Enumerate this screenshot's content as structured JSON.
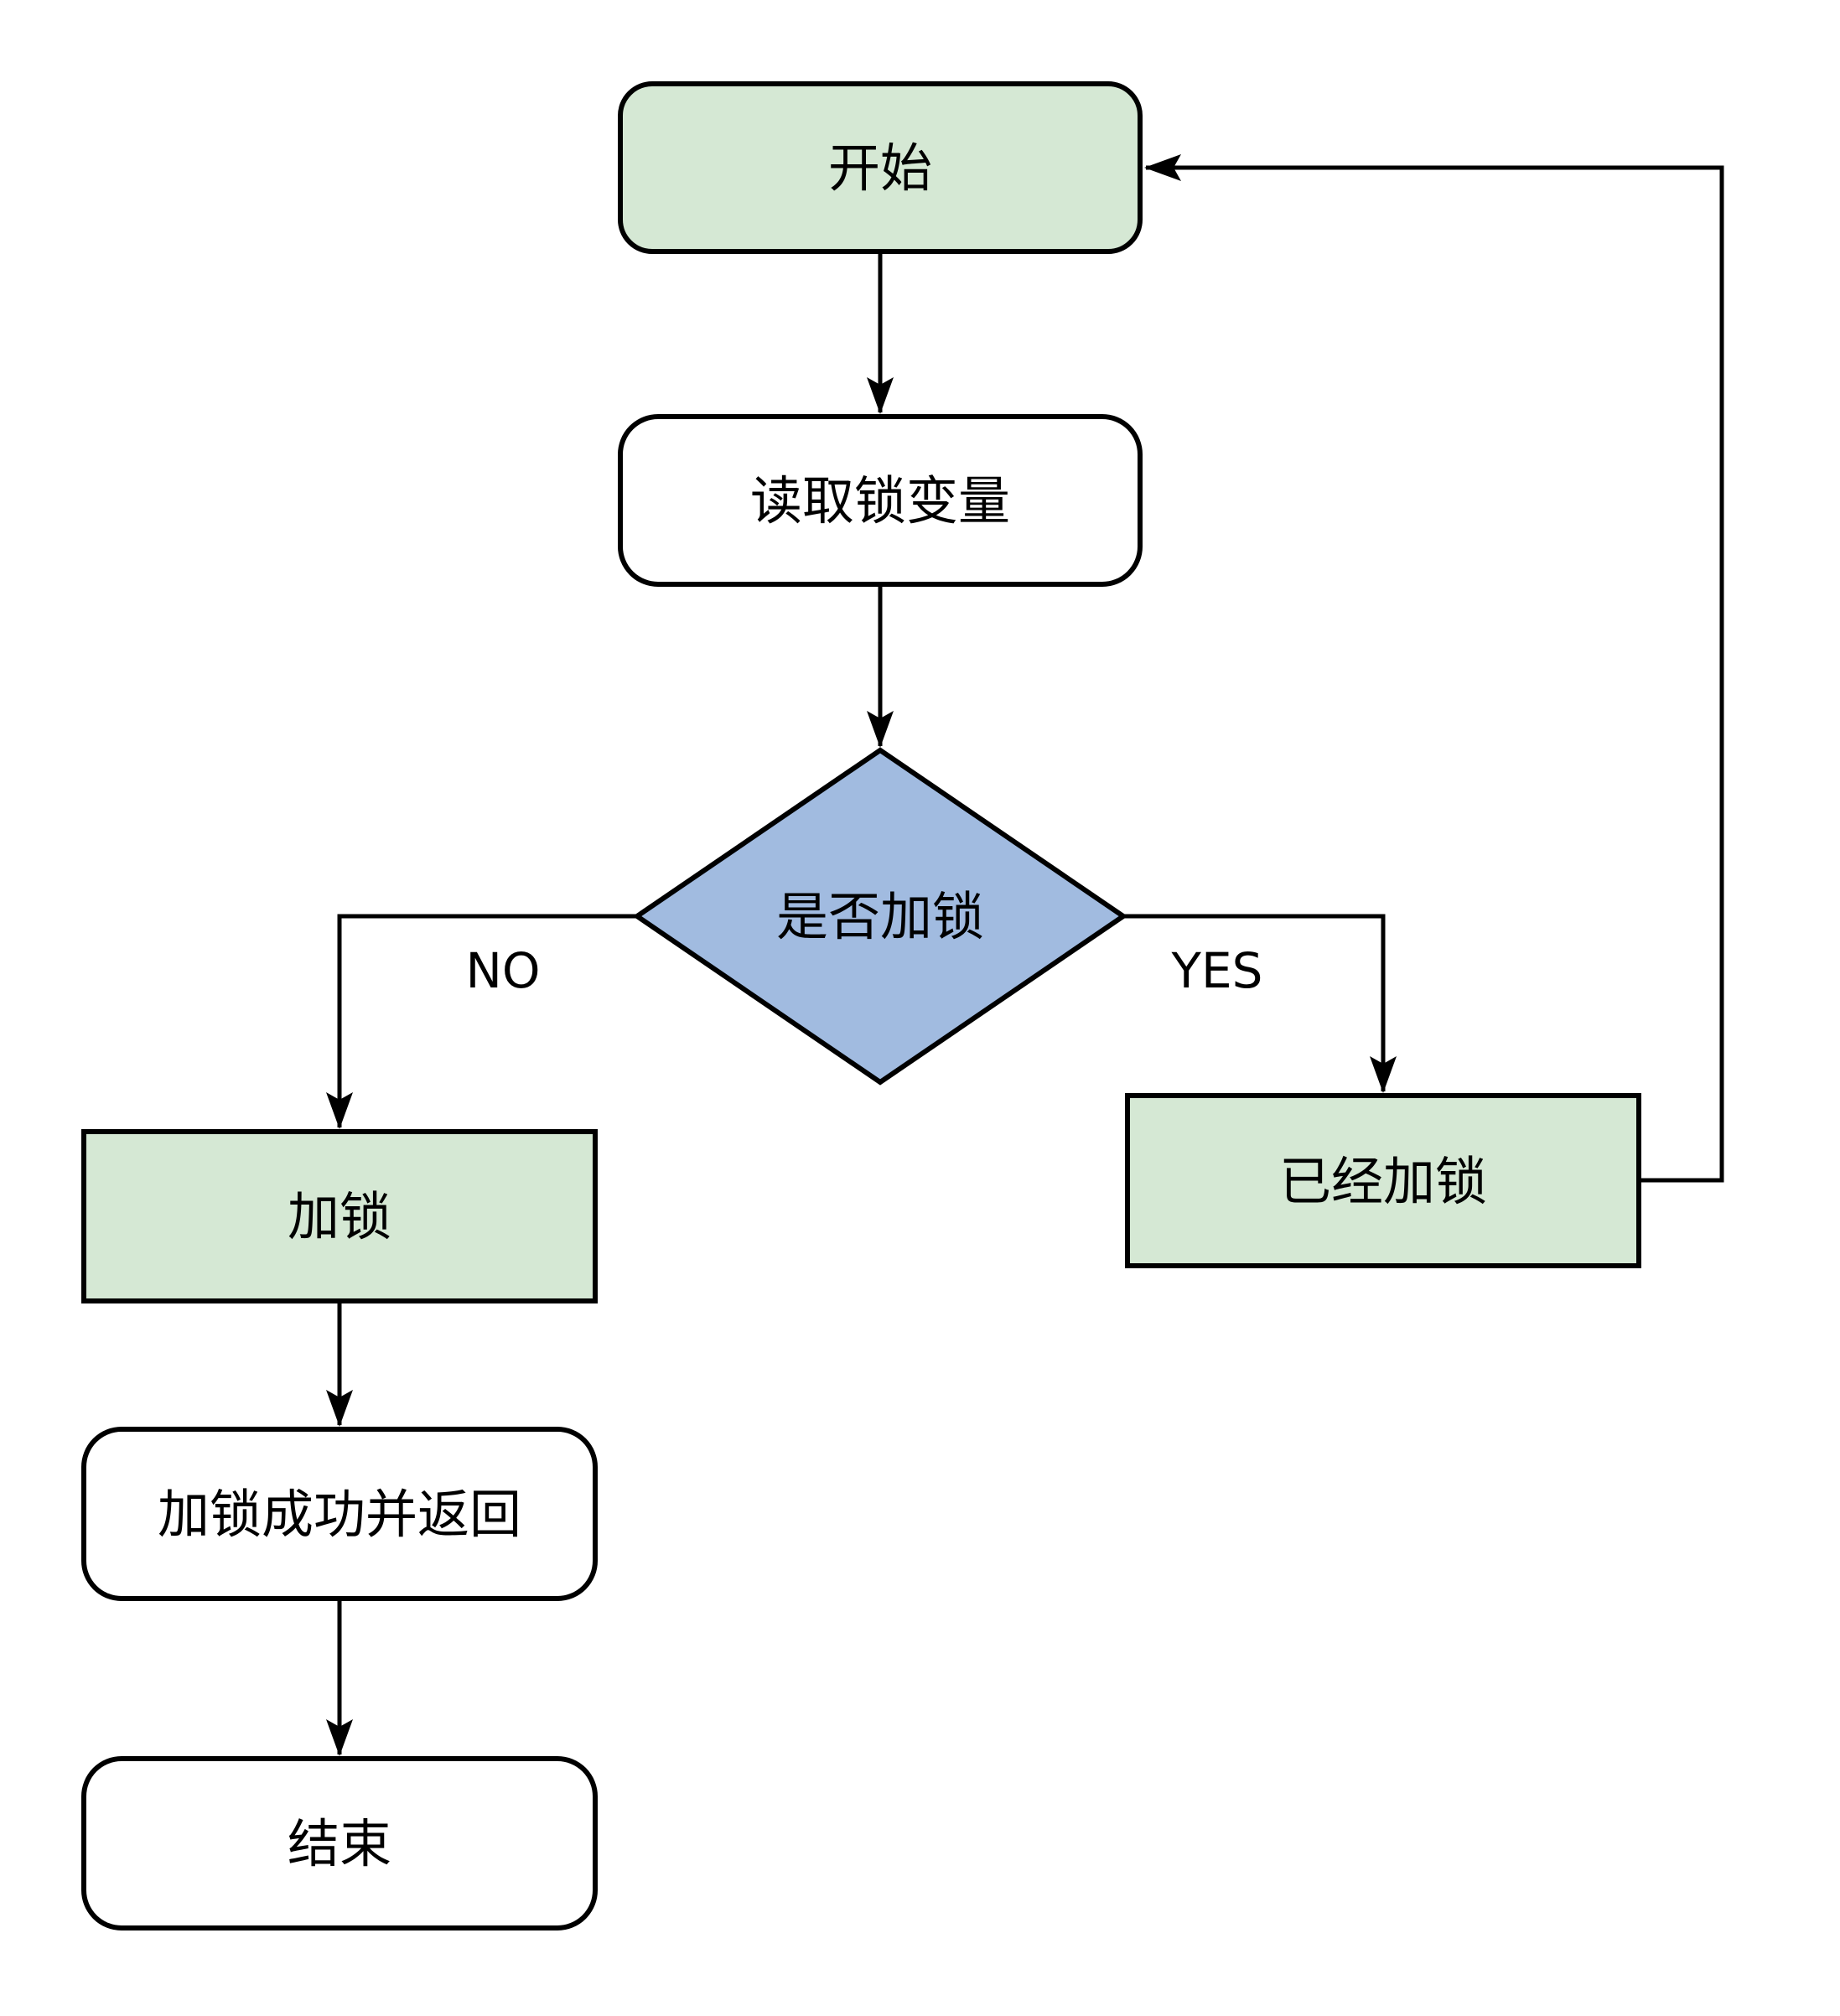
{
  "diagram": {
    "type": "flowchart",
    "direction": "top-down",
    "colors": {
      "node_green": "#d5e8d4",
      "node_blue": "#a1bbe0",
      "node_white": "#ffffff",
      "line_black": "#000000"
    },
    "nodes": [
      {
        "id": "start",
        "label": "开始",
        "shape": "rounded-rect",
        "fill": "#d5e8d4"
      },
      {
        "id": "read-lock-variable",
        "label": "读取锁变量",
        "shape": "rounded-rect",
        "fill": "#ffffff"
      },
      {
        "id": "is-locked",
        "label": "是否加锁",
        "shape": "diamond",
        "fill": "#a1bbe0"
      },
      {
        "id": "lock",
        "label": "加锁",
        "shape": "rect",
        "fill": "#d5e8d4"
      },
      {
        "id": "already-locked",
        "label": "已经加锁",
        "shape": "rect",
        "fill": "#d5e8d4"
      },
      {
        "id": "lock-success-return",
        "label": "加锁成功并返回",
        "shape": "rounded-rect",
        "fill": "#ffffff"
      },
      {
        "id": "end",
        "label": "结束",
        "shape": "rounded-rect",
        "fill": "#ffffff"
      }
    ],
    "edges": [
      {
        "from": "start",
        "to": "read-lock-variable",
        "label": ""
      },
      {
        "from": "read-lock-variable",
        "to": "is-locked",
        "label": ""
      },
      {
        "from": "is-locked",
        "to": "lock",
        "label": "NO"
      },
      {
        "from": "is-locked",
        "to": "already-locked",
        "label": "YES"
      },
      {
        "from": "lock",
        "to": "lock-success-return",
        "label": ""
      },
      {
        "from": "lock-success-return",
        "to": "end",
        "label": ""
      },
      {
        "from": "already-locked",
        "to": "start",
        "label": ""
      }
    ]
  }
}
